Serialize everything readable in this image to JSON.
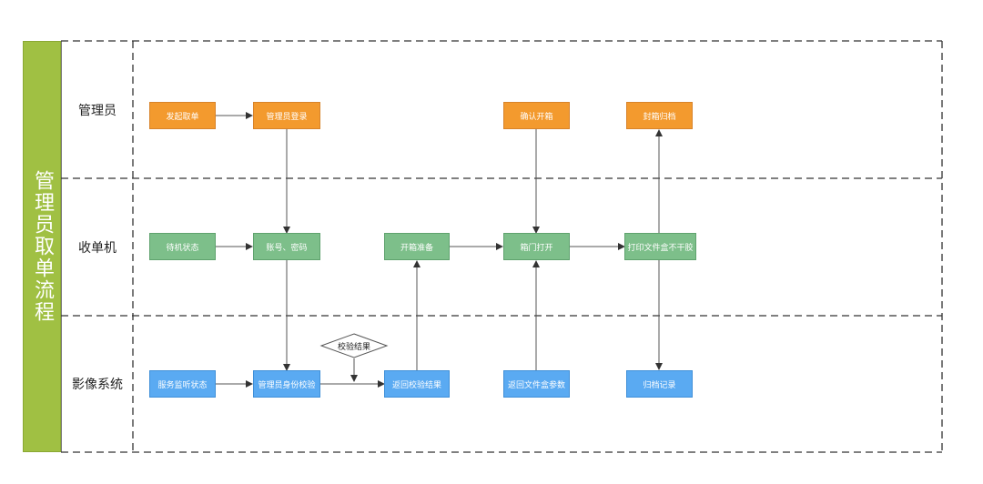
{
  "title": "管理员取单流程",
  "lanes": [
    "管理员",
    "收单机",
    "影像系统"
  ],
  "nodes": {
    "start_request": "发起取单",
    "admin_login": "管理员登录",
    "confirm_open": "确认开箱",
    "seal_archive": "封箱归档",
    "standby": "待机状态",
    "account_password": "账号、密码",
    "prepare_open": "开箱准备",
    "door_open": "箱门打开",
    "print_box": "打印文件盒不干胶",
    "service_monitor": "服务监听状态",
    "identity_verify": "管理员身份校验",
    "verify_result_decision": "校验结果",
    "return_verify_result": "返回校验结果",
    "return_box_params": "返回文件盒参数",
    "archive_record": "归档记录"
  },
  "colors": {
    "title_bar": "#a0c043",
    "admin": "#f39a2e",
    "machine": "#7dbf8a",
    "imaging": "#5aaaf2"
  }
}
